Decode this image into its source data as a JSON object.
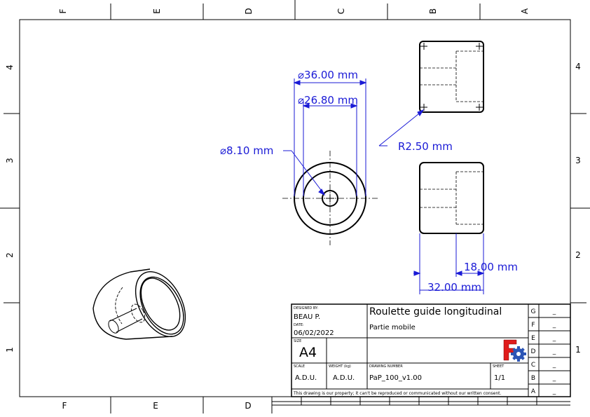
{
  "frame": {
    "columns_top": [
      "F",
      "E",
      "D",
      "C",
      "B",
      "A"
    ],
    "columns_bottom": [
      "F",
      "E",
      "D"
    ],
    "rows_left": [
      "4",
      "3",
      "2",
      "1"
    ],
    "rows_right": [
      "4",
      "3",
      "2",
      "1"
    ]
  },
  "dimensions": {
    "outer_diameter": "⌀36.00 mm",
    "inner_diameter": "⌀26.80 mm",
    "bore_diameter": "⌀8.10 mm",
    "fillet_radius": "R2.50 mm",
    "step_length": "18.00 mm",
    "total_length": "32.00 mm"
  },
  "title_block": {
    "designed_by_label": "DESIGNED BY:",
    "designed_by": "BEAU P.",
    "date_label": "DATE:",
    "date": "06/02/2022",
    "size_label": "SIZE",
    "size": "A4",
    "scale_label": "SCALE",
    "scale": "A.D.U.",
    "weight_label": "WEIGHT (kg)",
    "weight": "A.D.U.",
    "drawing_number_label": "DRAWING NUMBER",
    "drawing_number": "PaP_100_v1.00",
    "sheet_label": "SHEET",
    "sheet": "1/1",
    "title": "Roulette guide longitudinal",
    "subtitle": "Partie mobile",
    "notice": "This drawing is our property; it can't be reproduced or communicated without our written consent.",
    "revisions": [
      {
        "letter": "G",
        "value": "_"
      },
      {
        "letter": "F",
        "value": "_"
      },
      {
        "letter": "E",
        "value": "_"
      },
      {
        "letter": "D",
        "value": "_"
      },
      {
        "letter": "C",
        "value": "_"
      },
      {
        "letter": "B",
        "value": "_"
      },
      {
        "letter": "A",
        "value": "_"
      }
    ]
  },
  "colors": {
    "dimension": "#1a1ad6",
    "line": "#000000",
    "logo_red": "#e01b1b",
    "logo_blue": "#2c55b5"
  }
}
